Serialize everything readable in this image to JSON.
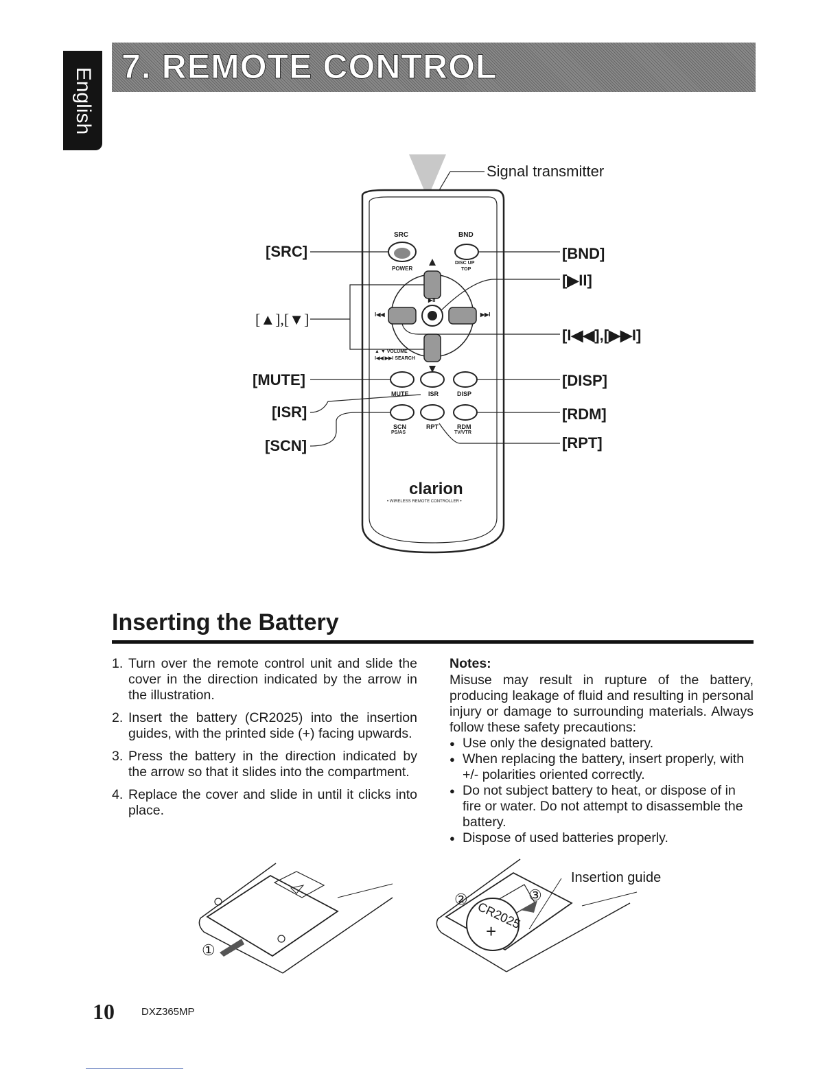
{
  "sidebar": {
    "language_tab": "English"
  },
  "header": {
    "title": "7. REMOTE CONTROL"
  },
  "remote": {
    "callouts": {
      "signal": "Signal transmitter",
      "src": "[SRC]",
      "updown": "[▲],[▼]",
      "mute": "[MUTE]",
      "isr": "[ISR]",
      "scn": "[SCN]",
      "bnd": "[BND]",
      "play": "[▶II]",
      "skip": "[I◀◀],[▶▶I]",
      "disp": "[DISP]",
      "rdm": "[RDM]",
      "rpt": "[RPT]"
    },
    "button_labels": {
      "src": "SRC",
      "power": "POWER",
      "bnd": "BND",
      "disc_up": "DISC UP",
      "top": "TOP",
      "play": "▶II",
      "prev": "I◀◀",
      "next": "▶▶I",
      "volume": "▲ ▼ VOLUME",
      "search": "I◀◀ ▶▶I SEARCH",
      "mute": "MUTE",
      "isr": "ISR",
      "disp": "DISP",
      "scn": "SCN",
      "ps_as": "PS/AS",
      "rpt": "RPT",
      "rdm": "RDM",
      "tv_vtr": "TV/VTR"
    },
    "brand": "clarion",
    "tagline": "• WIRELESS REMOTE CONTROLLER •"
  },
  "battery": {
    "title": "Inserting the Battery",
    "steps": [
      {
        "num": "1.",
        "text": "Turn over the remote control unit and slide the cover in the direction indicated by the arrow in the illustration."
      },
      {
        "num": "2.",
        "text": "Insert the battery (CR2025) into the insertion guides, with the printed side (+) facing upwards."
      },
      {
        "num": "3.",
        "text": "Press the battery in the direction indicated by the arrow so that it slides into the compartment."
      },
      {
        "num": "4.",
        "text": "Replace the cover and slide in until it clicks into place."
      }
    ],
    "notes_title": "Notes:",
    "notes_intro": "Misuse may result in rupture of the battery, producing leakage of fluid and resulting in personal injury or damage to surrounding materials. Always follow these safety precautions:",
    "notes": [
      "Use only the designated battery.",
      "When replacing the battery, insert properly, with +/- polarities oriented correctly.",
      "Do not subject battery to heat, or dispose of in fire or water. Do not attempt to disassemble the battery.",
      "Dispose of used batteries properly."
    ],
    "illustration": {
      "step1_marker": "①",
      "step2_marker": "②",
      "step3_marker": "③",
      "battery_text": "CR2025",
      "battery_sign": "+",
      "insertion_guide": "Insertion guide"
    }
  },
  "footer": {
    "page_number": "10",
    "model": "DXZ365MP"
  }
}
